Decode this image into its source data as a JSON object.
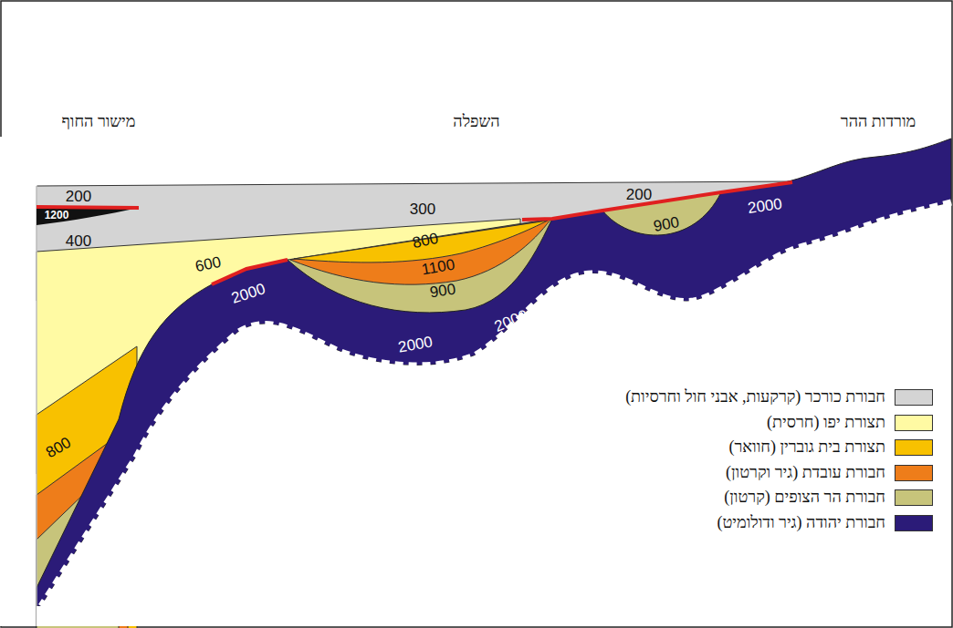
{
  "diagram": {
    "labels": [
      "מישור החוף",
      "השפלה",
      "מורדות ההר",
      "200",
      "1200",
      "300",
      "200",
      "400",
      "800",
      "1100",
      "900",
      "2000",
      "900",
      "2000",
      "600",
      "2000",
      "2000",
      "800"
    ],
    "legend": [
      {
        "text": "חבורת כורכר (קרקעות, אבני חול וחרסיות)",
        "color": "#d4d4d4"
      },
      {
        "text": "תצורת יפו (חרסית)",
        "color": "#fffaa3"
      },
      {
        "text": "תצורת בית גוברין (חוואר)",
        "color": "#f8c100"
      },
      {
        "text": "חבורת עובדת (גיר וקרטון)",
        "color": "#ee7d1a"
      },
      {
        "text": "חבורת הר הצופים (קרטון)",
        "color": "#c7c47b"
      },
      {
        "text": "חבורת יהודה (גיר ודולומיט)",
        "color": "#2b1b78"
      }
    ]
  }
}
